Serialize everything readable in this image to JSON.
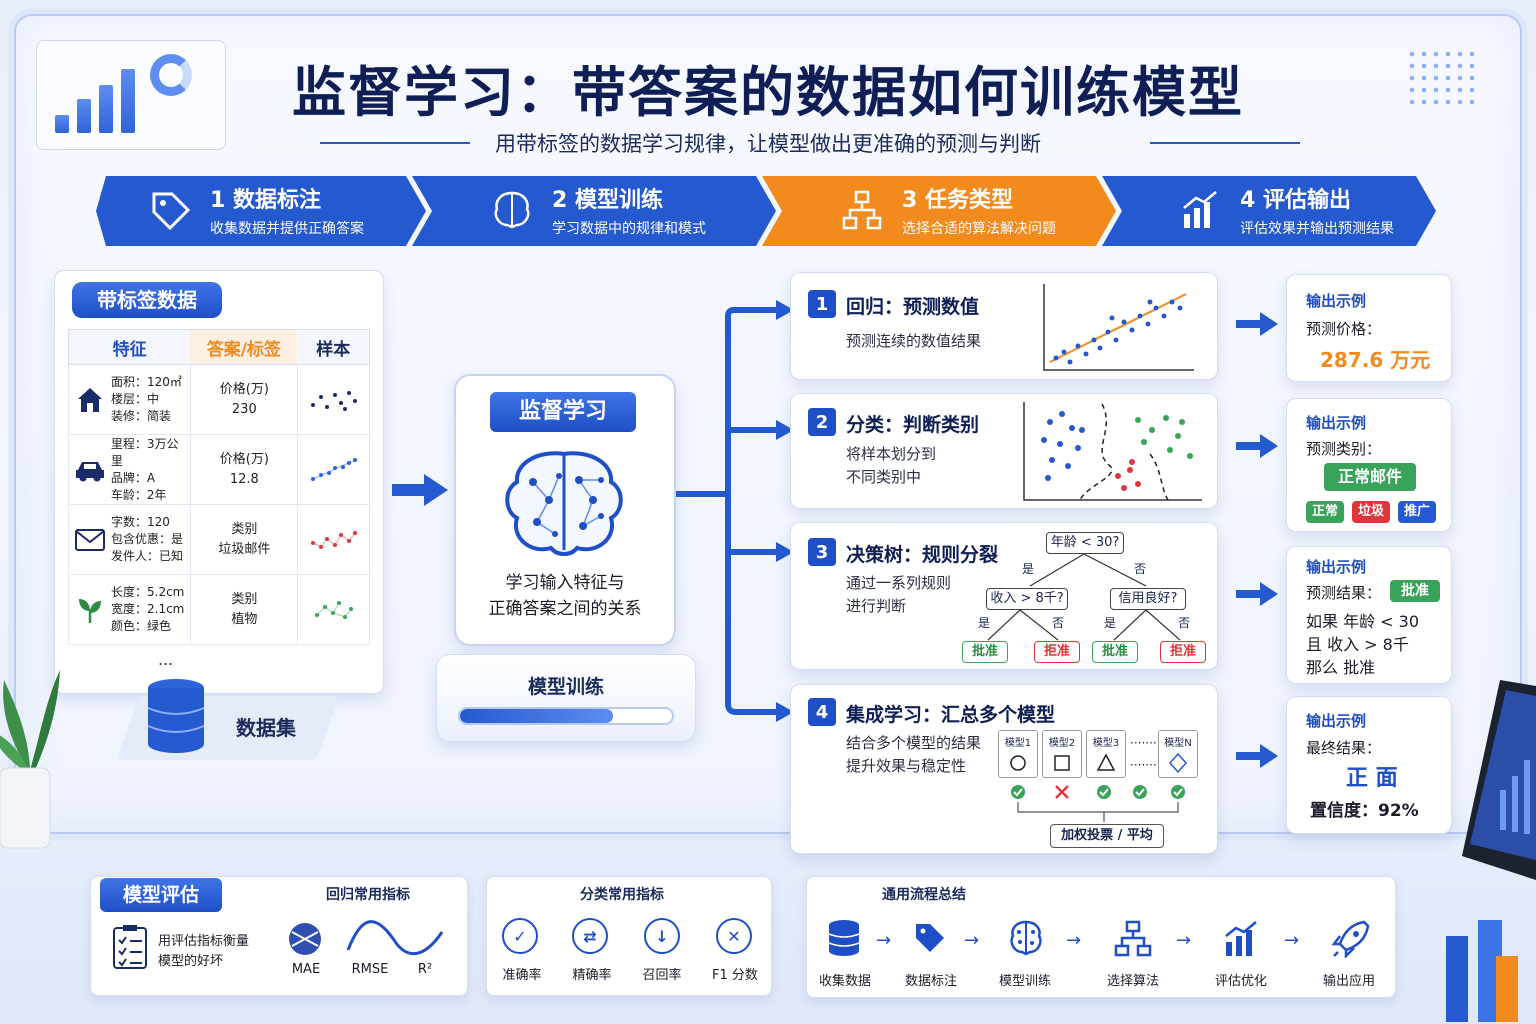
{
  "title": "监督学习：带答案的数据如何训练模型",
  "subtitle": "用带标签的数据学习规律，让模型做出更准确的预测与判断",
  "steps": [
    {
      "title": "1 数据标注",
      "desc": "收集数据并提供正确答案",
      "color": "#2559d0"
    },
    {
      "title": "2 模型训练",
      "desc": "学习数据中的规律和模式",
      "color": "#2559d0"
    },
    {
      "title": "3 任务类型",
      "desc": "选择合适的算法解决问题",
      "color": "#f28a1e"
    },
    {
      "title": "4 评估输出",
      "desc": "评估效果并输出预测结果",
      "color": "#2559d0"
    }
  ],
  "dataset": {
    "header": "带标签数据",
    "columns": [
      "特征",
      "答案/标签",
      "样本"
    ],
    "rows": [
      {
        "icon": "house-icon",
        "features": [
          "面积：120㎡",
          "楼层：中",
          "装修：简装"
        ],
        "label_type": "价格(万)",
        "label_value": "230",
        "dots": "#1b2b6a"
      },
      {
        "icon": "car-icon",
        "features": [
          "里程：3万公里",
          "品牌：A",
          "车龄：2年"
        ],
        "label_type": "价格(万)",
        "label_value": "12.8",
        "dots": "#2a62d8"
      },
      {
        "icon": "mail-icon",
        "features": [
          "字数：120",
          "包含优惠：是",
          "发件人：已知"
        ],
        "label_type": "类别",
        "label_value": "垃圾邮件",
        "dots": "#e0353a"
      },
      {
        "icon": "plant-icon",
        "features": [
          "长度：5.2cm",
          "宽度：2.1cm",
          "颜色：绿色"
        ],
        "label_type": "类别",
        "label_value": "植物",
        "dots": "#3aa35a"
      }
    ],
    "ellipsis": "...",
    "db_label": "数据集"
  },
  "center": {
    "pill": "监督学习",
    "desc_line1": "学习输入特征与",
    "desc_line2": "正确答案之间的关系",
    "training_label": "模型训练",
    "progress": 0.72
  },
  "methods": [
    {
      "num": "1",
      "title": "回归：预测数值",
      "desc": [
        "预测连续的数值结果"
      ]
    },
    {
      "num": "2",
      "title": "分类：判断类别",
      "desc": [
        "将样本划分到",
        "不同类别中"
      ]
    },
    {
      "num": "3",
      "title": "决策树：规则分裂",
      "desc": [
        "通过一系列规则",
        "进行判断"
      ]
    },
    {
      "num": "4",
      "title": "集成学习：汇总多个模型",
      "desc": [
        "结合多个模型的结果",
        "提升效果与稳定性"
      ]
    }
  ],
  "tree": {
    "root": "年龄 < 30?",
    "yes": "是",
    "no": "否",
    "left": "收入 > 8千?",
    "right": "信用良好?",
    "approve": "批准",
    "reject": "拒准"
  },
  "ensemble": {
    "models": [
      "模型1",
      "模型2",
      "模型3",
      "模型N"
    ],
    "dots": "·······",
    "vote": "加权投票 / 平均"
  },
  "outputs": [
    {
      "label": "输出示例",
      "line1": "预测价格：",
      "value": "287.6 万元"
    },
    {
      "label": "输出示例",
      "line1": "预测类别：",
      "value": "正常邮件",
      "tags": [
        "正常",
        "垃圾",
        "推广"
      ]
    },
    {
      "label": "输出示例",
      "line1": "预测结果：",
      "value": "批准",
      "rule1": "如果  年龄 < 30",
      "rule2": "且  收入 > 8千",
      "rule3": "那么  批准"
    },
    {
      "label": "输出示例",
      "line1": "最终结果：",
      "value": "正 面",
      "confidence": "置信度：92%"
    }
  ],
  "evaluation": {
    "pill": "模型评估",
    "desc_line1": "用评估指标衡量",
    "desc_line2": "模型的好坏",
    "regression_title": "回归常用指标",
    "regression_metrics": [
      "MAE",
      "RMSE",
      "R²"
    ],
    "classification_title": "分类常用指标",
    "classification_metrics": [
      "准确率",
      "精确率",
      "召回率",
      "F1 分数"
    ]
  },
  "flow": {
    "title": "通用流程总结",
    "stages": [
      "收集数据",
      "数据标注",
      "模型训练",
      "选择算法",
      "评估优化",
      "输出应用"
    ]
  }
}
